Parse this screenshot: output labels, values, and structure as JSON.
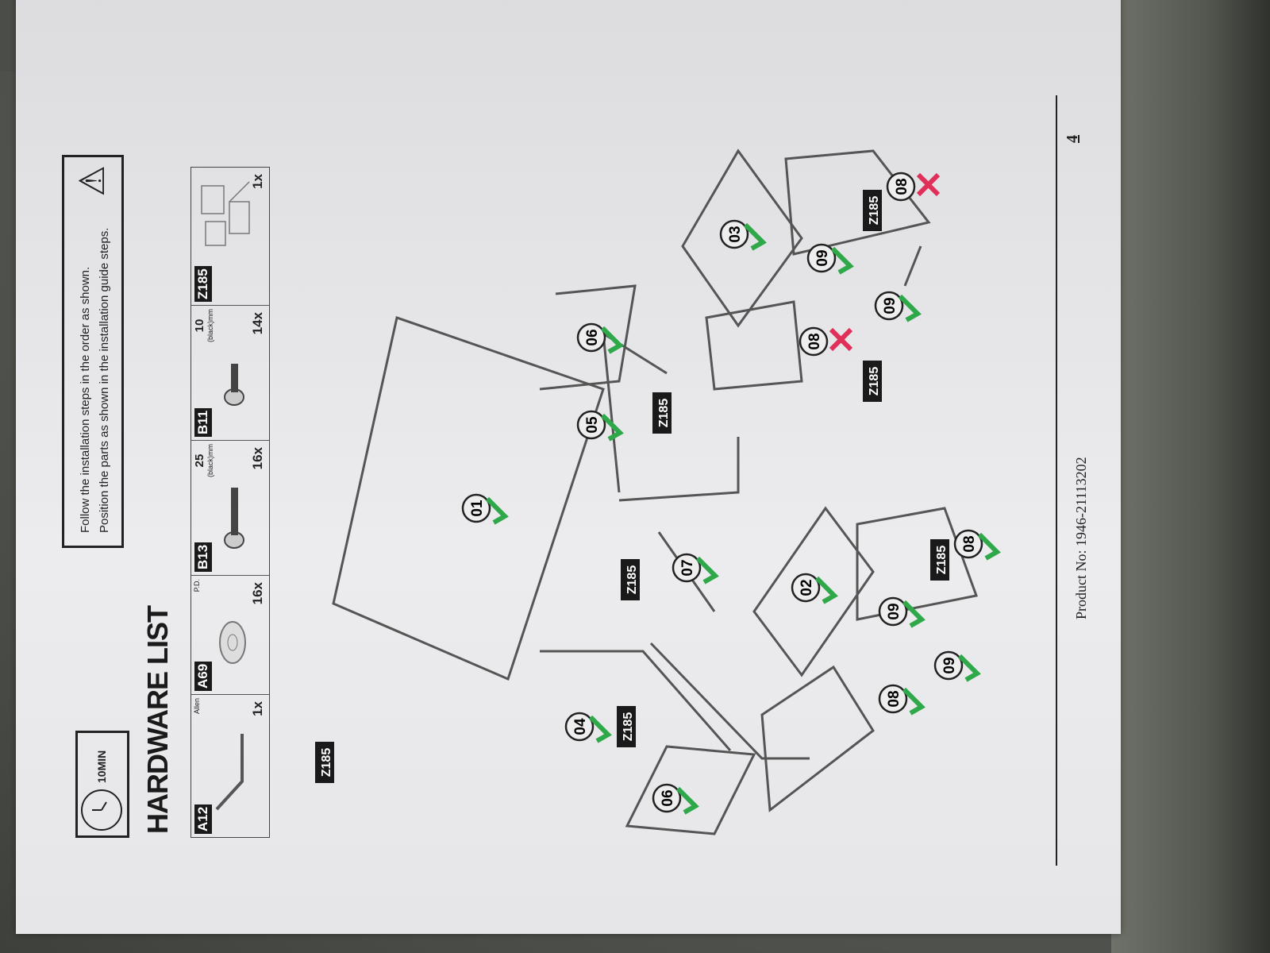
{
  "header": {
    "time": "10MIN",
    "title": "HARDWARE LIST",
    "instructions": [
      "Follow the installation steps in the order as shown.",
      "Position the parts as shown in the installation guide steps."
    ]
  },
  "hardware": [
    {
      "code": "A12",
      "note": "Allen",
      "qty": "1x",
      "icon": "allen-key"
    },
    {
      "code": "A69",
      "note": "P.D.",
      "qty": "16x",
      "icon": "cam-lock"
    },
    {
      "code": "B13",
      "size": "25",
      "unit": "(black)mm",
      "qty": "16x",
      "icon": "bolt"
    },
    {
      "code": "B11",
      "size": "10",
      "unit": "(black)mm",
      "qty": "14x",
      "icon": "bolt"
    },
    {
      "code": "Z185",
      "qty": "1x",
      "icon": "frame-parts"
    }
  ],
  "diagram": {
    "parts": [
      "01",
      "02",
      "03",
      "04",
      "05",
      "06",
      "06",
      "07",
      "08",
      "08",
      "08",
      "08",
      "09",
      "09",
      "09",
      "09"
    ],
    "frame_label": "Z185",
    "colors": {
      "check": "#2fa84a",
      "cross": "#e0305a"
    }
  },
  "footer": {
    "product": "Product No: 1946-21113202",
    "page": "4"
  }
}
